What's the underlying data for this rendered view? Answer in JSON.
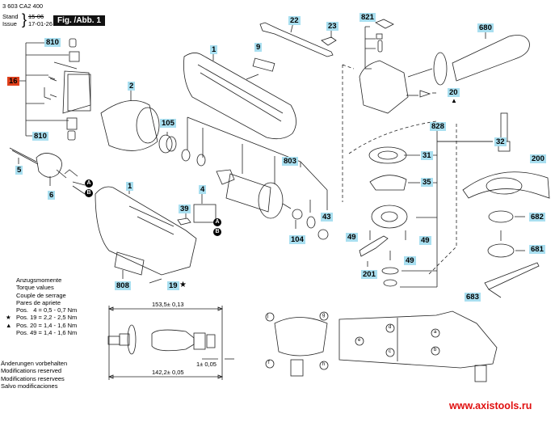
{
  "header": {
    "part_number": "3 603 CA2 400",
    "stand_label": "Stand",
    "issue_label": "Issue",
    "stand_value": "15-06",
    "issue_value": "17-01-26",
    "figure_label": "Fig. /Abb. 1"
  },
  "part_labels": {
    "p810a": "810",
    "p16": "16",
    "p810b": "810",
    "p5": "5",
    "p6": "6",
    "p2": "2",
    "p105": "105",
    "p1a": "1",
    "p9": "9",
    "p22": "22",
    "p23": "23",
    "p821": "821",
    "p680": "680",
    "p20": "20",
    "p803": "803",
    "p828": "828",
    "p31": "31",
    "p35": "35",
    "p32": "32",
    "p200": "200",
    "p1b": "1",
    "p4": "4",
    "p39": "39",
    "p104": "104",
    "p43": "43",
    "p49a": "49",
    "p49b": "49",
    "p49c": "49",
    "p201": "201",
    "p682": "682",
    "p681": "681",
    "p683": "683",
    "p808": "808",
    "p19": "19"
  },
  "markers": {
    "star": "★",
    "triangle": "▲",
    "A": "A",
    "B": "B"
  },
  "torque": {
    "lines": [
      {
        "sym": "",
        "text": "Anzugsmomente"
      },
      {
        "sym": "",
        "text": "Torque values"
      },
      {
        "sym": "",
        "text": "Couple de serrage"
      },
      {
        "sym": "",
        "text": "Pares de apriete"
      },
      {
        "sym": "",
        "text": "Pos.   4 = 0,5 - 0,7 Nm"
      },
      {
        "sym": "★",
        "text": "Pos. 19 = 2,2 - 2,5 Nm"
      },
      {
        "sym": "▲",
        "text": "Pos. 20 = 1,4 - 1,6 Nm"
      },
      {
        "sym": "",
        "text": "Pos. 49 = 1,4 - 1,6 Nm"
      }
    ]
  },
  "notice": {
    "lines": [
      "Änderungen vorbehalten",
      "Modifications reserved",
      "Modifications reservees",
      "Salvo modificaciones"
    ]
  },
  "dimensions": {
    "overall": "153,5± 0,13",
    "inner": "142,2± 0,05",
    "gap": "1± 0,05"
  },
  "screw_points": {
    "side": [
      "j",
      "g",
      "f",
      "h"
    ],
    "top": [
      "d",
      "e",
      "c",
      "a",
      "b"
    ]
  },
  "watermark": "www.axistools.ru",
  "colors": {
    "label_bg": "#a9dff0",
    "label_highlight": "#e0401c",
    "watermark": "#e01010"
  }
}
